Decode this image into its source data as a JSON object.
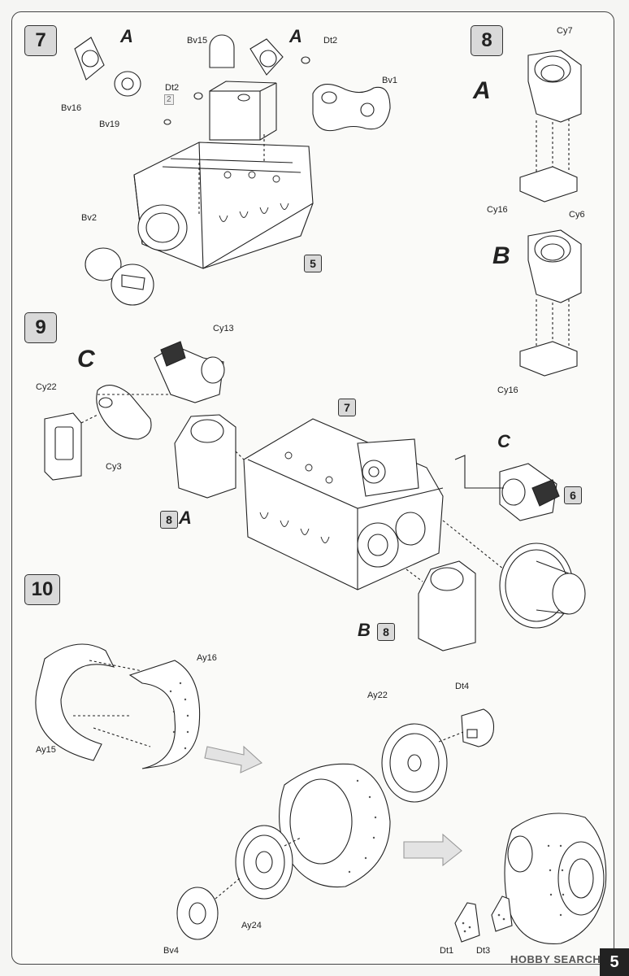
{
  "steps": {
    "s7": "7",
    "s8": "8",
    "s9": "9",
    "s10": "10"
  },
  "step7": {
    "variant_a1": "A",
    "variant_a2": "A",
    "parts": {
      "bv16": "Bv16",
      "bv19": "Bv19",
      "bv15": "Bv15",
      "dt2a": "Dt2",
      "dt2b": "Dt2",
      "dt2_qty": "2",
      "bv1": "Bv1",
      "bv2": "Bv2"
    },
    "ref": "5"
  },
  "step8": {
    "variant_a": "A",
    "variant_b": "B",
    "parts": {
      "cy7": "Cy7",
      "cy16a": "Cy16",
      "cy6": "Cy6",
      "cy16b": "Cy16"
    }
  },
  "step9": {
    "variant_c": "C",
    "variant_c2": "C",
    "parts": {
      "cy13": "Cy13",
      "cy22": "Cy22",
      "cy3": "Cy3"
    },
    "ref7": "7",
    "ref6": "6",
    "ref8a_num": "8",
    "ref8a_letter": "A",
    "ref8b_num": "8",
    "ref8b_letter": "B"
  },
  "step10": {
    "parts": {
      "ay16": "Ay16",
      "ay15": "Ay15",
      "ay22": "Ay22",
      "dt4": "Dt4",
      "ay24": "Ay24",
      "bv4": "Bv4",
      "dt1": "Dt1",
      "dt3": "Dt3"
    }
  },
  "page_number": "5",
  "watermark": "HOBBY SEARCH"
}
